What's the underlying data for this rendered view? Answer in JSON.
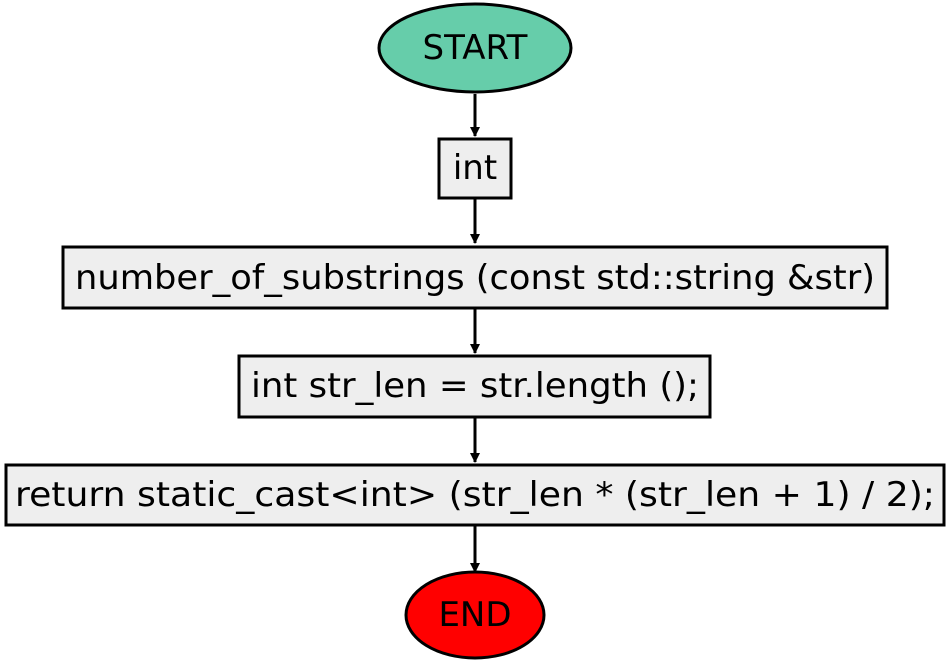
{
  "flowchart": {
    "colors": {
      "start_fill": "#66CDAA",
      "end_fill": "#FF0000",
      "process_fill": "#EEEEEE",
      "stroke": "#000000"
    },
    "nodes": {
      "start": {
        "label": "START",
        "shape": "ellipse"
      },
      "return_type": {
        "label": "int",
        "shape": "rectangle"
      },
      "signature": {
        "label": "number_of_substrings (const std::string &str)",
        "shape": "rectangle"
      },
      "assign": {
        "label": "int str_len = str.length ();",
        "shape": "rectangle"
      },
      "return_stmt": {
        "label": "return static_cast<int> (str_len * (str_len + 1) / 2);",
        "shape": "rectangle"
      },
      "end": {
        "label": "END",
        "shape": "ellipse"
      }
    },
    "edges": [
      {
        "from": "start",
        "to": "return_type"
      },
      {
        "from": "return_type",
        "to": "signature"
      },
      {
        "from": "signature",
        "to": "assign"
      },
      {
        "from": "assign",
        "to": "return_stmt"
      },
      {
        "from": "return_stmt",
        "to": "end"
      }
    ]
  }
}
